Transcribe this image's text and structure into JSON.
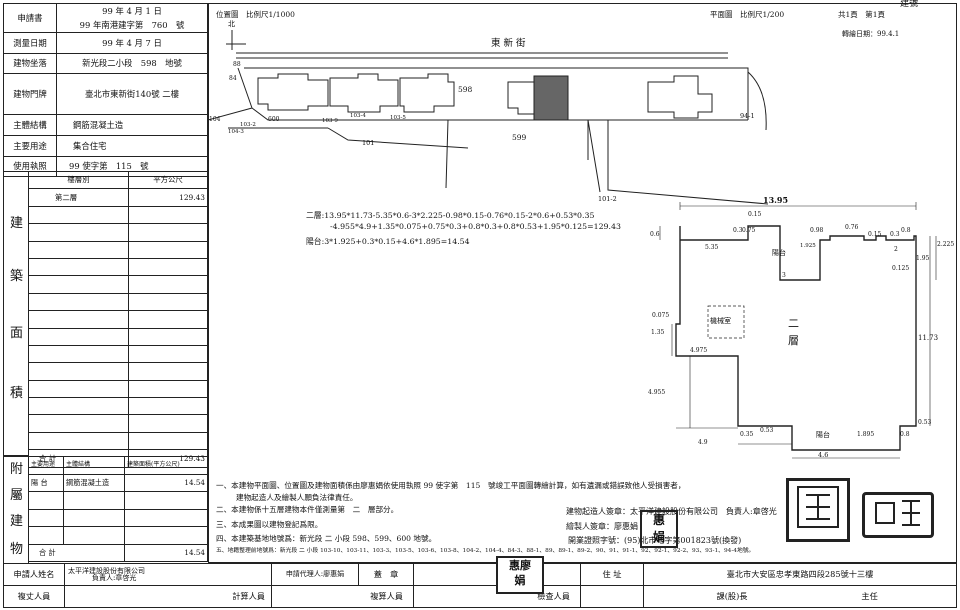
{
  "header_top": {
    "seal_corner": "建號"
  },
  "left_table": {
    "application_no_label": "申請書",
    "application_no_line1": "99 年 4 月 1 日",
    "application_no_line2": "99 年南港建字第　760　號",
    "survey_date_label": "測量日期",
    "survey_date": "99 年 4 月 7 日",
    "location_label": "建物坐落",
    "location": "新光段二小段　598　地號",
    "door_label": "建物門牌",
    "door": "臺北市東新街140號 二樓",
    "structure_label": "主體結構",
    "structure": "鋼筋混凝土造",
    "usage_label": "主要用途",
    "usage": "集合住宅",
    "permit_label": "使用執照",
    "permit": "99 使字第　115　號"
  },
  "area_table": {
    "side_chars": [
      "建",
      "築",
      "面",
      "積"
    ],
    "col_floor": "樓層別",
    "col_sqm": "平方公尺",
    "floor": "第二層",
    "floor_area": "129.43",
    "total_label": "合 計",
    "total": "129.43"
  },
  "attach_table": {
    "side_chars": [
      "附",
      "屬",
      "建",
      "物"
    ],
    "col_use": "主要用途",
    "col_struct": "主體結構",
    "col_area": "建築面積(平方公尺)",
    "use": "陽 台",
    "struct": "鋼筋混凝土造",
    "area": "14.54",
    "total_label": "合 計",
    "total": "14.54"
  },
  "bottom": {
    "applicant_label": "申請人姓名",
    "applicant_line1": "太平洋建設股份有限公司",
    "applicant_line2": "負責人:章啓光",
    "agent": "申請代理人:廖惠娟",
    "seal_label": "蓋　章",
    "stamp_text": "惠廖娟",
    "address_label": "住 址",
    "address": "臺北市大安區忠孝東路四段285號十三樓",
    "row2_a": "複丈人員",
    "row2_b": "計算人員",
    "row2_c": "複算人員",
    "row2_d": "檢查人員",
    "row2_e": "課(股)長",
    "row2_f": "主任"
  },
  "site_plan": {
    "label": "位置圖　比例尺1/1000",
    "north": "北",
    "street": "東新街",
    "lots": [
      "598",
      "599",
      "101",
      "600",
      "104",
      "103-2",
      "104-3",
      "103-9",
      "103-4",
      "103-5",
      "94-1",
      "101-2",
      "88",
      "84"
    ]
  },
  "floor_plan": {
    "label": "平面圖　比例尺1/200",
    "page": "共1頁　第1頁",
    "transfer_date": "轉繪日期：99.4.1",
    "formula_main": "二層:13.95*11.73-5.35*0.6-3*2.225-0.98*0.15-0.76*0.15-2*0.6+0.53*0.35",
    "formula_cont": "-4.955*4.9+1.35*0.075+0.75*0.3+0.8*0.3+0.8*0.53+1.95*0.125=129.43",
    "formula_balcony": "陽台:3*1.925+0.3*0.15+4.6*1.895=14.54",
    "floor_char_1": "二",
    "floor_char_2": "層",
    "balcony_label": "陽台",
    "machine_room": "機械室",
    "dims": {
      "top": "13.95",
      "d015": "0.15",
      "d03": "0.3",
      "d075": "0.75",
      "d098": "0.98",
      "d076": "0.76",
      "d015b": "0.15",
      "d03b": "0.3",
      "d08": "0.8",
      "d06": "0.6",
      "d535": "5.35",
      "d1925": "1.925",
      "d3": "3",
      "d2": "2",
      "d2225": "2.225",
      "d0125": "0.125",
      "d195": "1.95",
      "d1173": "11.73",
      "d0075": "0.075",
      "d135": "1.35",
      "d4975": "4.975",
      "d4955": "4.955",
      "d49": "4.9",
      "d035": "0.35",
      "d053": "0.53",
      "d1895": "1.895",
      "d08b": "0.8",
      "d46": "4.6",
      "d053b": "0.53"
    }
  },
  "notes": {
    "n1": "一、本建物平面圖、位置圖及建物面積係由廖惠娟依使用執照 99 使字第　115　號竣工平面圖轉繪計算，如有遺漏或錯誤致他人受損害者，",
    "n1b": "建物起造人及繪製人願負法律責任。",
    "n2": "二、本建物係十五層建物本件僅測量第　二　層部分。",
    "n3": "三、本成果圖以建物登記爲限。",
    "n4": "四、本建築基地地號爲：新光段 二 小段 598、599、600 地號。",
    "n5": "五、地籍整理前地號爲：新光段 二 小段 103-10、103-11、103-3、103-5、103-6、103-8、104-2、104-4、84-3、88-1、89、89-1、89-2、90、91、91-1、92、92-1、92-2、93、93-1、94-4地號。",
    "builder_sign": "建物起造人簽章：太平洋建設股份有限公司　負責人:章啓光",
    "drafter_sign": "繪製人簽章：廖惠娟",
    "license": "開業證照字號：(95)北市地字第001823號(換發)"
  }
}
